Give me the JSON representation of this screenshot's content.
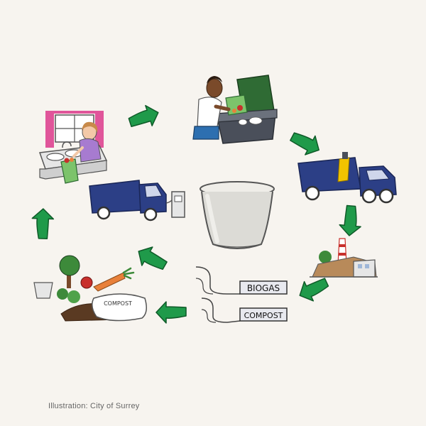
{
  "labels": {
    "biogas": "BIOGAS",
    "compost": "COMPOST",
    "compost_bag": "COMPOST"
  },
  "caption": "Illustration: City of Surrey",
  "colors": {
    "arrow_green": "#1f9a4a",
    "truck_blue": "#2c3f86",
    "bin_dark": "#4a4f5a",
    "bin_lid_green": "#2f6b34",
    "curtain_pink": "#e0559a",
    "bag_green": "#7cc36b",
    "carrot_orange": "#e8803a",
    "apple_red": "#c8302c",
    "background": "#f7f4ef"
  },
  "icons": [
    "kitchen-sink-icon",
    "person-emptying-bin-icon",
    "garbage-truck-icon",
    "processing-facility-icon",
    "biogas-truck-icon",
    "compost-pile-icon",
    "green-arrow-icon"
  ]
}
